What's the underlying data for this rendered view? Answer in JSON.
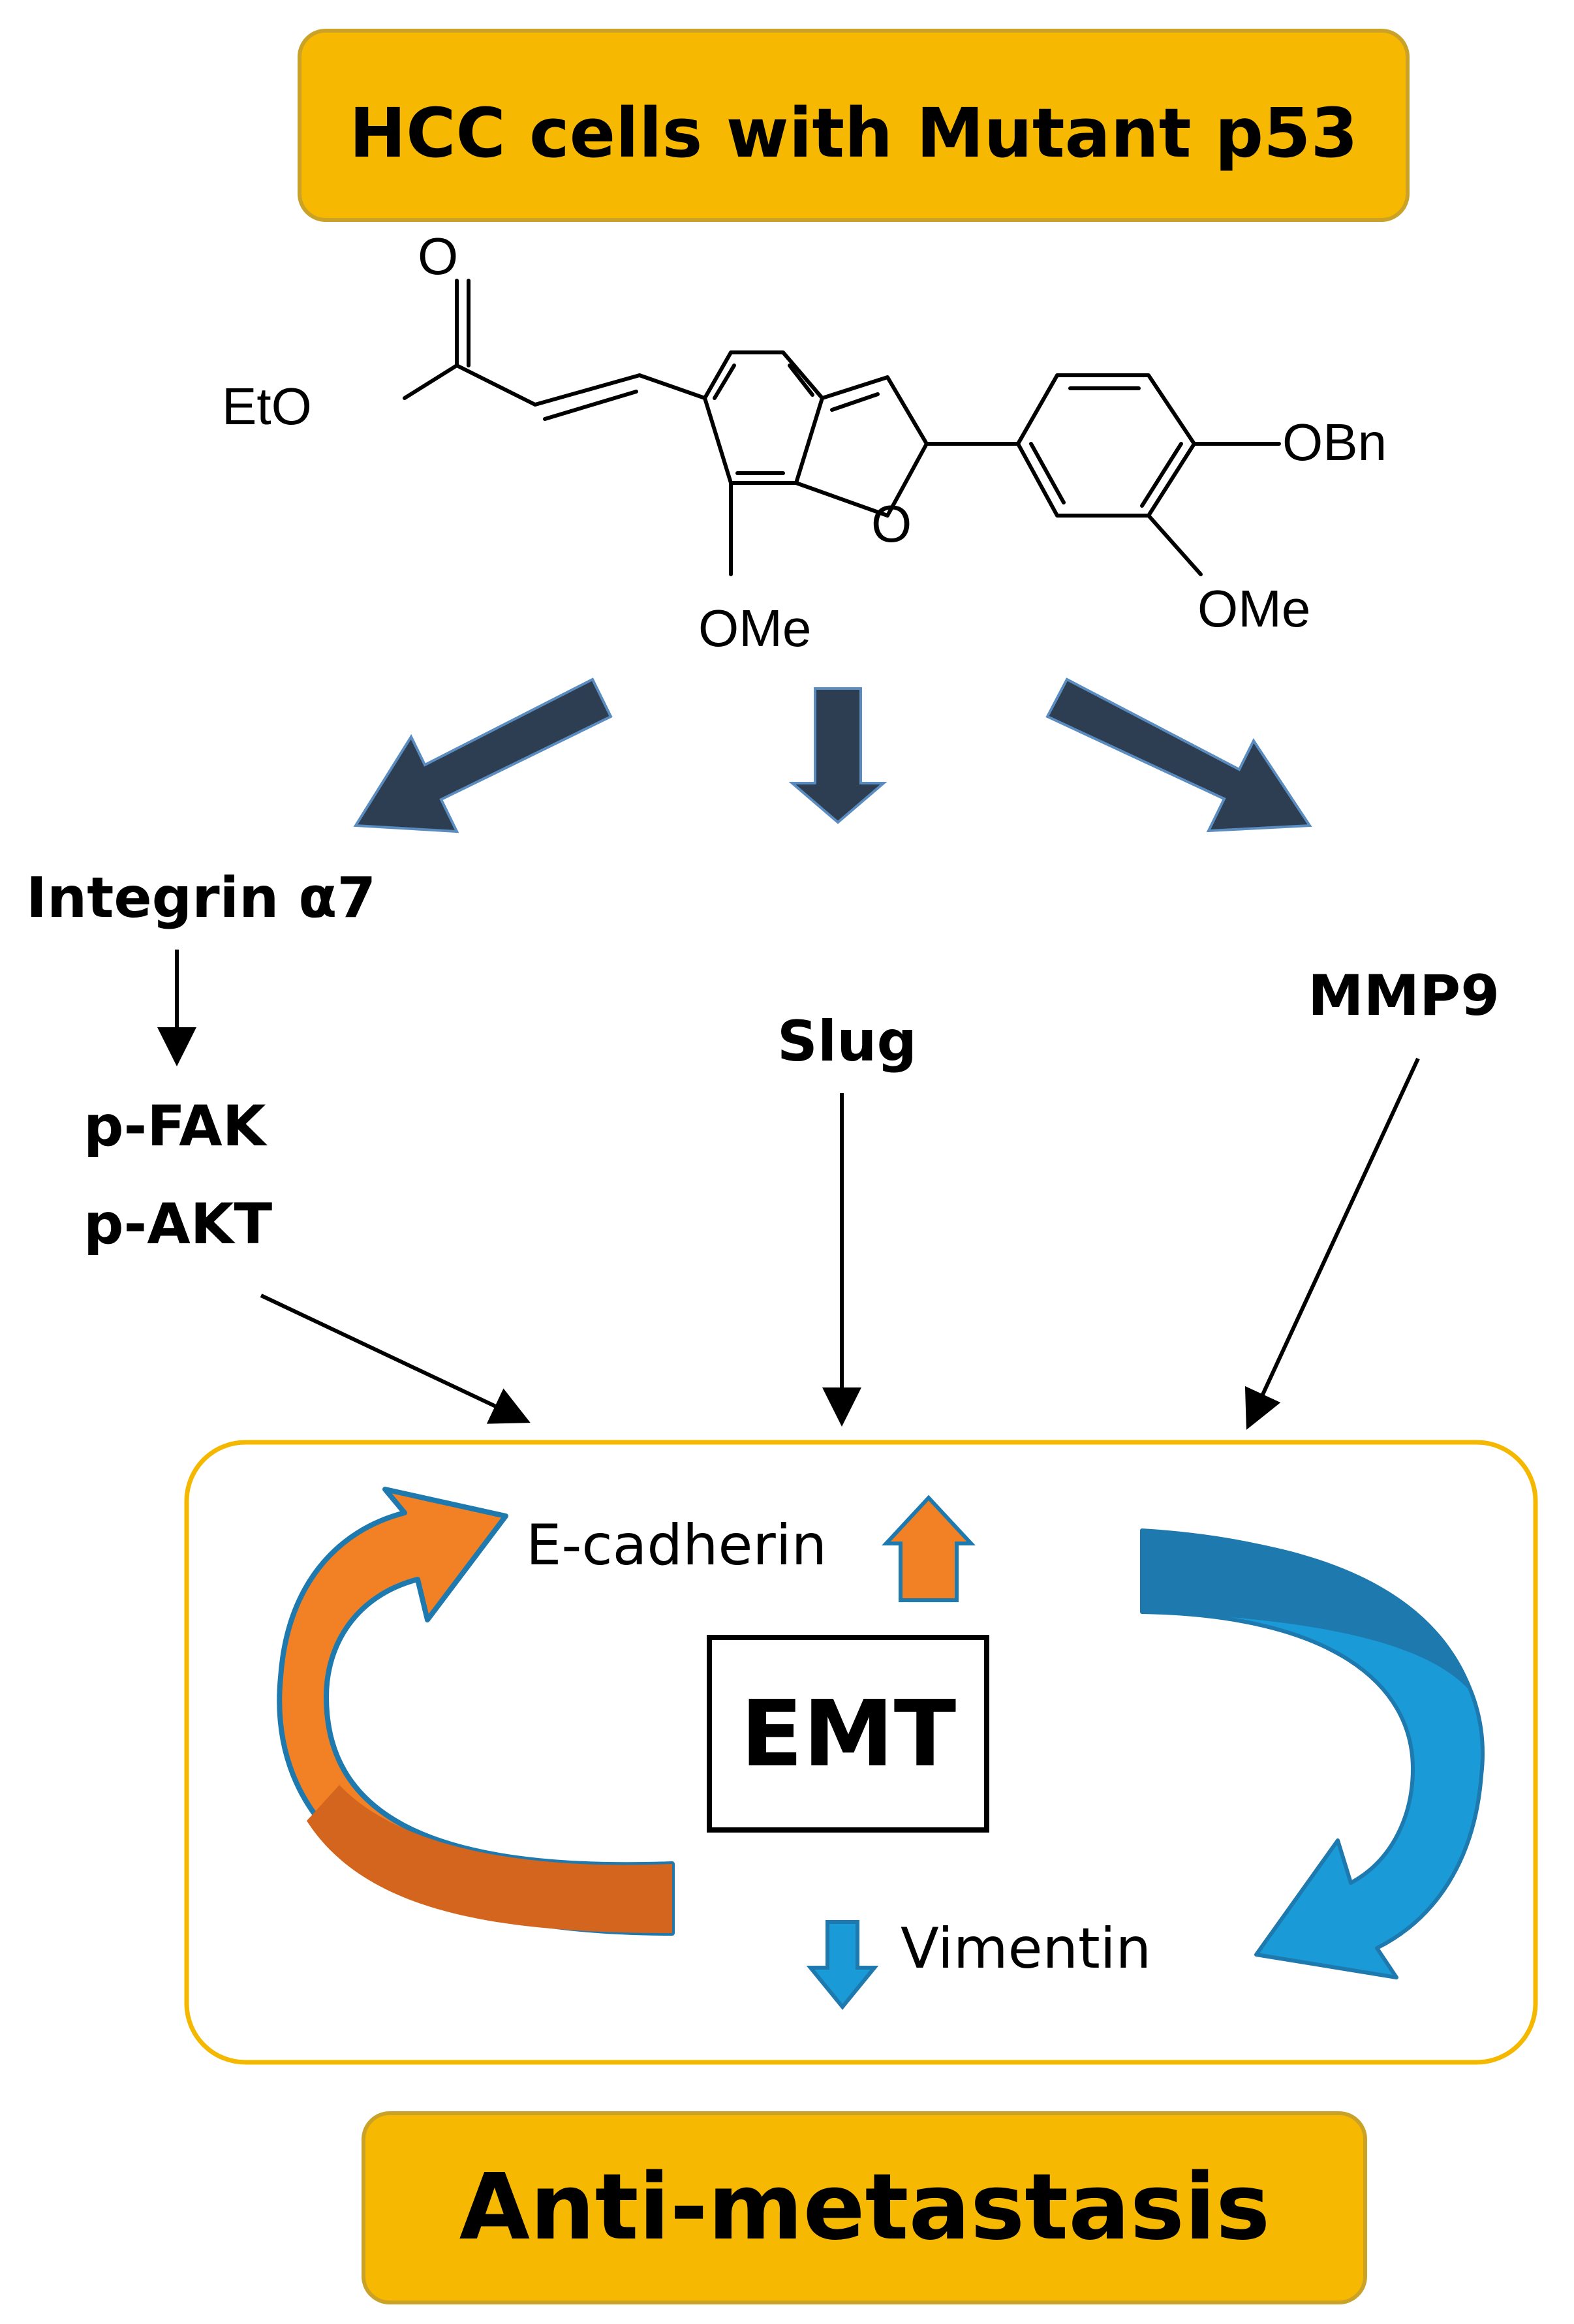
{
  "header": {
    "label": "HCC cells with Mutant p53"
  },
  "compound": {
    "ester_group": "EtO",
    "carbonyl_oxygen": "O",
    "ring_oxygen": "O",
    "methoxy_core": "OMe",
    "benzyloxy": "OBn",
    "methoxy_aryl": "OMe"
  },
  "targets": {
    "integrin": "Integrin α7",
    "pfak": "p-FAK",
    "pakt": "p-AKT",
    "slug": "Slug",
    "mmp9": "MMP9"
  },
  "emt": {
    "title": "EMT",
    "ecadherin": "E-cadherin",
    "vimentin": "Vimentin"
  },
  "footer": {
    "label": "Anti-metastasis"
  },
  "colors": {
    "gold": "#F6B800",
    "gold_border": "#C9A227",
    "emt_border": "#F5B800",
    "navy_arrow": "#2E3E52",
    "orange": "#F28126",
    "orange_dark": "#D4651F",
    "blue": "#1A9AD6",
    "blue_dark": "#1D79AE"
  }
}
